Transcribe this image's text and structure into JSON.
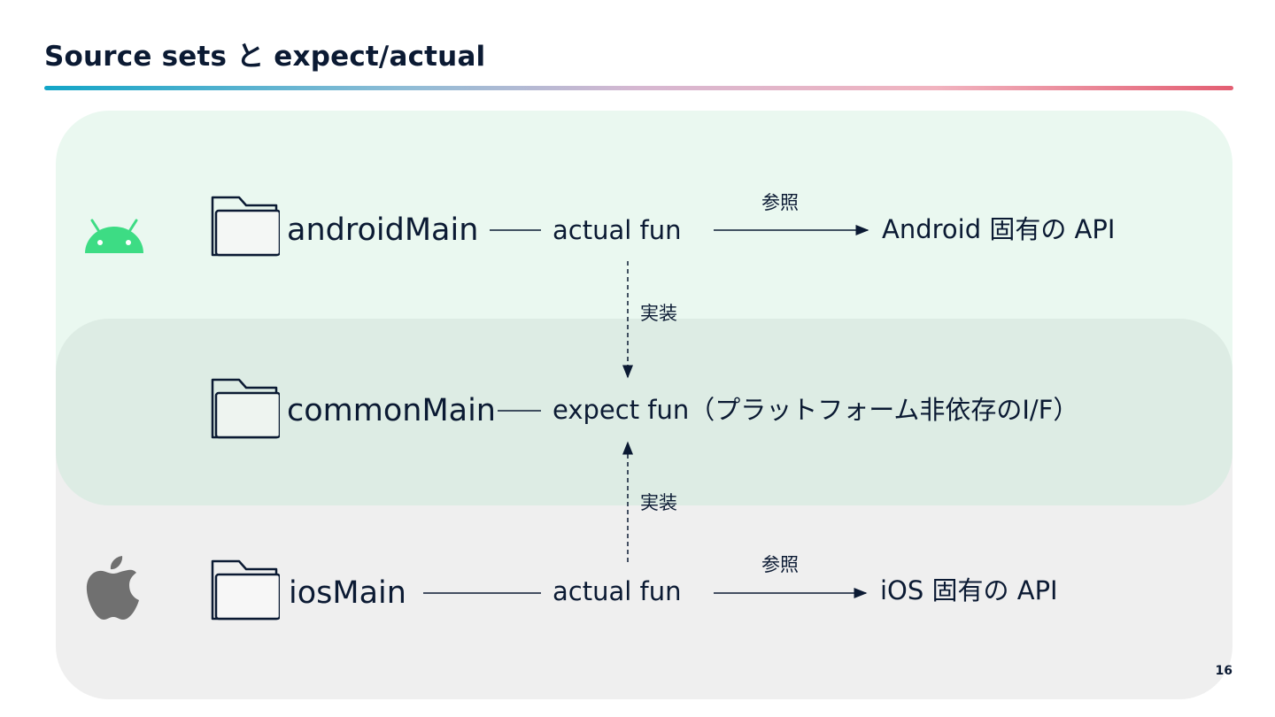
{
  "slide": {
    "title": "Source sets と expect/actual",
    "page_number": "16"
  },
  "rows": {
    "android": {
      "platform_icon": "android-icon",
      "module": "androidMain",
      "function": "actual fun",
      "arrow_label": "参照",
      "target": "Android 固有の API"
    },
    "common": {
      "module": "commonMain",
      "function": "expect fun（プラットフォーム非依存のI/F）"
    },
    "ios": {
      "platform_icon": "apple-icon",
      "module": "iosMain",
      "function": "actual fun",
      "arrow_label": "参照",
      "target": "iOS 固有の API"
    }
  },
  "implements": {
    "upper_label": "実装",
    "lower_label": "実装"
  },
  "icons": [
    "folder-icon",
    "android-icon",
    "apple-icon"
  ],
  "colors": {
    "title_text": "#0b1a33",
    "android_panel": "#eaf8f0",
    "common_panel": "#ddece4",
    "ios_panel": "#efefef",
    "android_green": "#3ddc84",
    "apple_gray": "#707070"
  }
}
